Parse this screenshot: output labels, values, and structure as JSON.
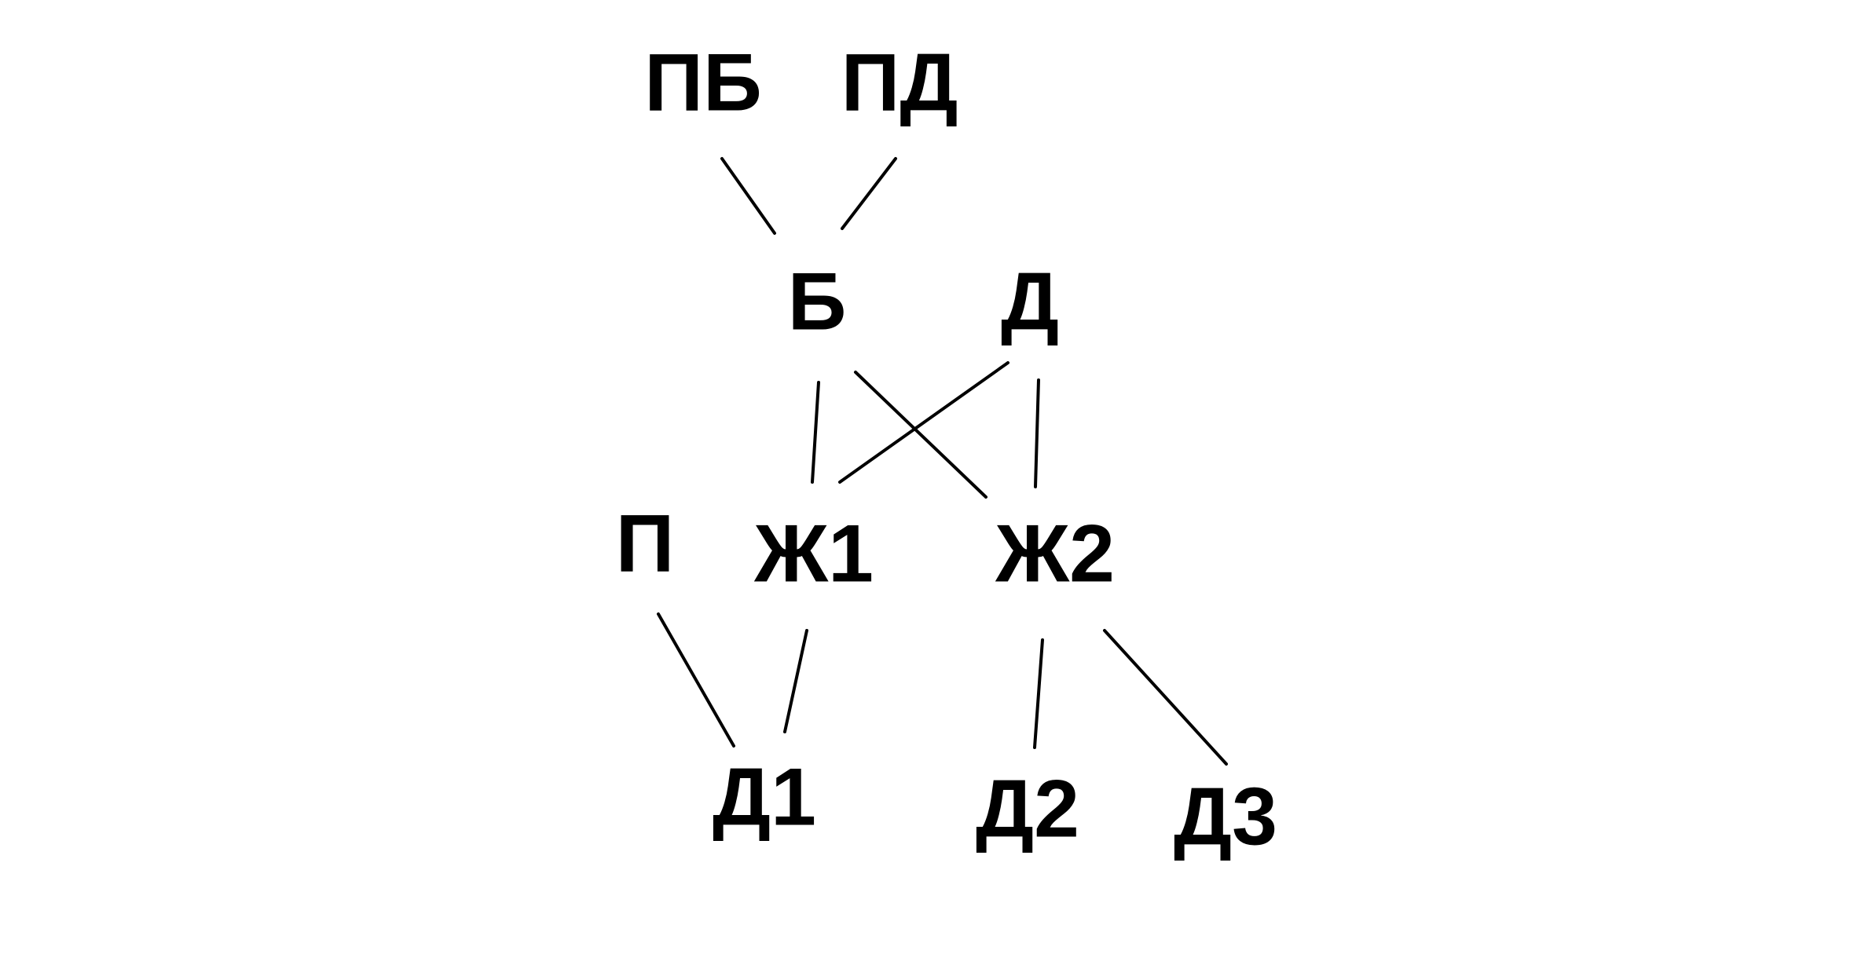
{
  "diagram": {
    "nodes": [
      {
        "id": "pb",
        "label": "ПБ"
      },
      {
        "id": "pd",
        "label": "ПД"
      },
      {
        "id": "b",
        "label": "Б"
      },
      {
        "id": "d",
        "label": "Д"
      },
      {
        "id": "p",
        "label": "П"
      },
      {
        "id": "zh1",
        "label": "Ж1"
      },
      {
        "id": "zh2",
        "label": "Ж2"
      },
      {
        "id": "d1",
        "label": "Д1"
      },
      {
        "id": "d2",
        "label": "Д2"
      },
      {
        "id": "d3",
        "label": "Д3"
      }
    ],
    "edges": [
      {
        "from": "pb",
        "to": "b"
      },
      {
        "from": "pd",
        "to": "b"
      },
      {
        "from": "b",
        "to": "zh1"
      },
      {
        "from": "b",
        "to": "zh2"
      },
      {
        "from": "d",
        "to": "zh1"
      },
      {
        "from": "d",
        "to": "zh2"
      },
      {
        "from": "p",
        "to": "d1"
      },
      {
        "from": "zh1",
        "to": "d1"
      },
      {
        "from": "zh2",
        "to": "d2"
      },
      {
        "from": "zh2",
        "to": "d3"
      }
    ],
    "colors": {
      "line": "#000000",
      "text": "#000000",
      "background": "#ffffff"
    }
  }
}
